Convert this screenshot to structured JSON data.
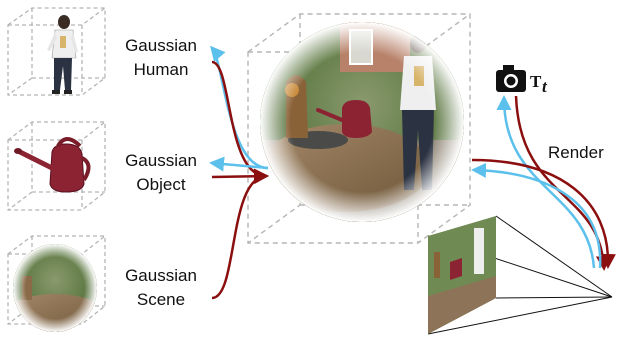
{
  "labels": {
    "human": [
      "Gaussian",
      "Human"
    ],
    "object": [
      "Gaussian",
      "Object"
    ],
    "scene": [
      "Gaussian",
      "Scene"
    ],
    "render": "Render",
    "camera_pose_base": "T",
    "camera_pose_sub": "t"
  },
  "colors": {
    "blue_arrow": "#5bc0eb",
    "red_arrow": "#8b0f0f",
    "cube_edge": "#b5b5b5",
    "frustum_line": "#111111"
  }
}
